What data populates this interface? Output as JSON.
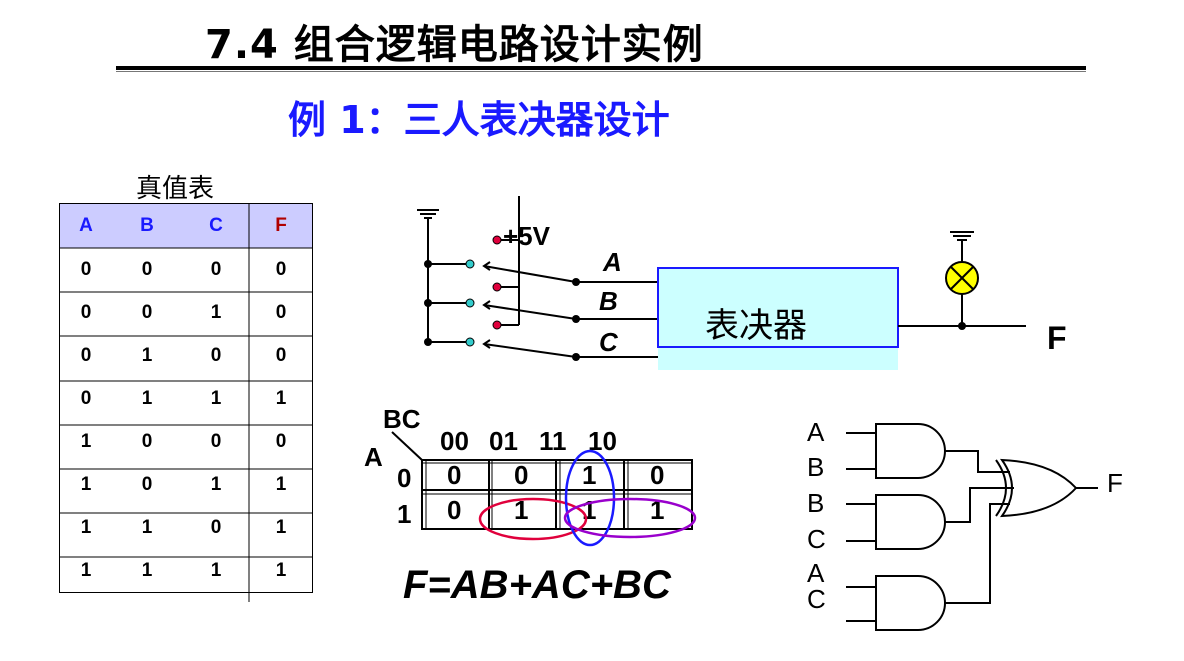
{
  "slide": {
    "title": "7.4 组合逻辑电路设计实例",
    "example_heading": "例 1：三人表决器设计"
  },
  "truth_table": {
    "caption": "真值表",
    "headers": [
      "A",
      "B",
      "C",
      "F"
    ],
    "rows": [
      [
        "0",
        "0",
        "0",
        "0"
      ],
      [
        "0",
        "0",
        "1",
        "0"
      ],
      [
        "0",
        "1",
        "0",
        "0"
      ],
      [
        "0",
        "1",
        "1",
        "1"
      ],
      [
        "1",
        "0",
        "0",
        "0"
      ],
      [
        "1",
        "0",
        "1",
        "1"
      ],
      [
        "1",
        "1",
        "0",
        "1"
      ],
      [
        "1",
        "1",
        "1",
        "1"
      ]
    ]
  },
  "circuit": {
    "supply": "+5V",
    "inputs": [
      "A",
      "B",
      "C"
    ],
    "block_label": "表决器",
    "output": "F"
  },
  "kmap": {
    "col_var": "BC",
    "row_var": "A",
    "col_labels": [
      "00",
      "01",
      "11",
      "10"
    ],
    "row_labels": [
      "0",
      "1"
    ],
    "cells": [
      [
        "0",
        "0",
        "1",
        "0"
      ],
      [
        "0",
        "1",
        "1",
        "1"
      ]
    ],
    "expression": "F=AB+AC+BC"
  },
  "logic_diagram": {
    "inputs": [
      "A",
      "B",
      "B",
      "C",
      "A",
      "C"
    ],
    "output": "F"
  },
  "colors": {
    "title": "#000000",
    "heading": "#1a1aff",
    "table_header_bg": "#ccccff",
    "table_header_text": "#1a1aff",
    "output_header": "#b00000",
    "block_fill": "#ccffff",
    "block_border": "#1a1aff",
    "lamp": "#ffff00",
    "loop_red": "#e0003c",
    "loop_blue": "#1a1aff",
    "loop_purple": "#9900cc"
  }
}
